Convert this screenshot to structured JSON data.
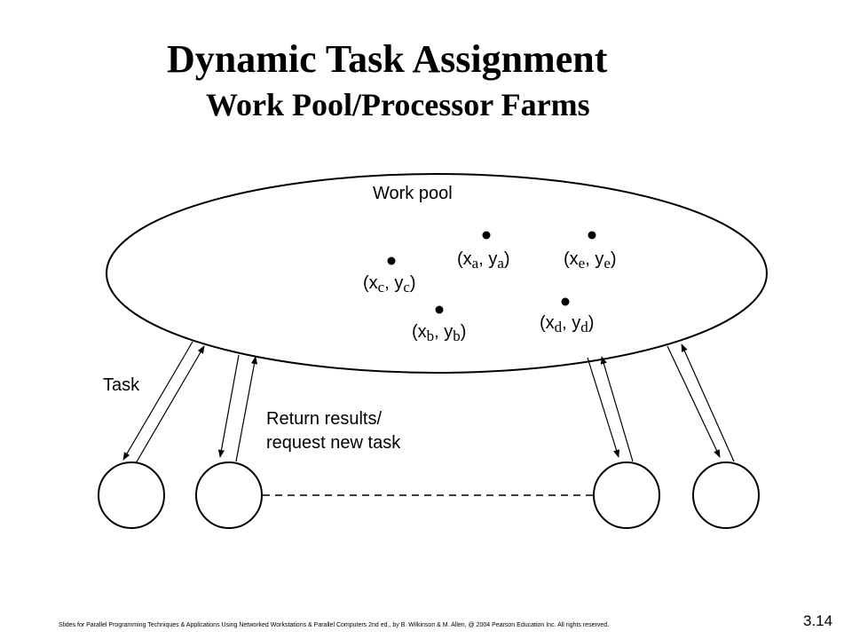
{
  "title": "Dynamic Task Assignment",
  "subtitle": "Work Pool/Processor Farms",
  "diagram": {
    "pool_label": "Work pool",
    "tasks": [
      {
        "x_sub": "a",
        "y_sub": "a"
      },
      {
        "x_sub": "e",
        "y_sub": "e"
      },
      {
        "x_sub": "c",
        "y_sub": "c"
      },
      {
        "x_sub": "d",
        "y_sub": "d"
      },
      {
        "x_sub": "b",
        "y_sub": "b"
      }
    ],
    "task_label": "Task",
    "return_label_line1": "Return results/",
    "return_label_line2": "request new task"
  },
  "footer": "Slides for Parallel Programming Techniques & Applications Using Networked Workstations & Parallel Computers 2nd ed., by B. Wilkinson & M. Allen, @ 2004 Pearson Education Inc. All rights reserved.",
  "slide_number": "3.14"
}
